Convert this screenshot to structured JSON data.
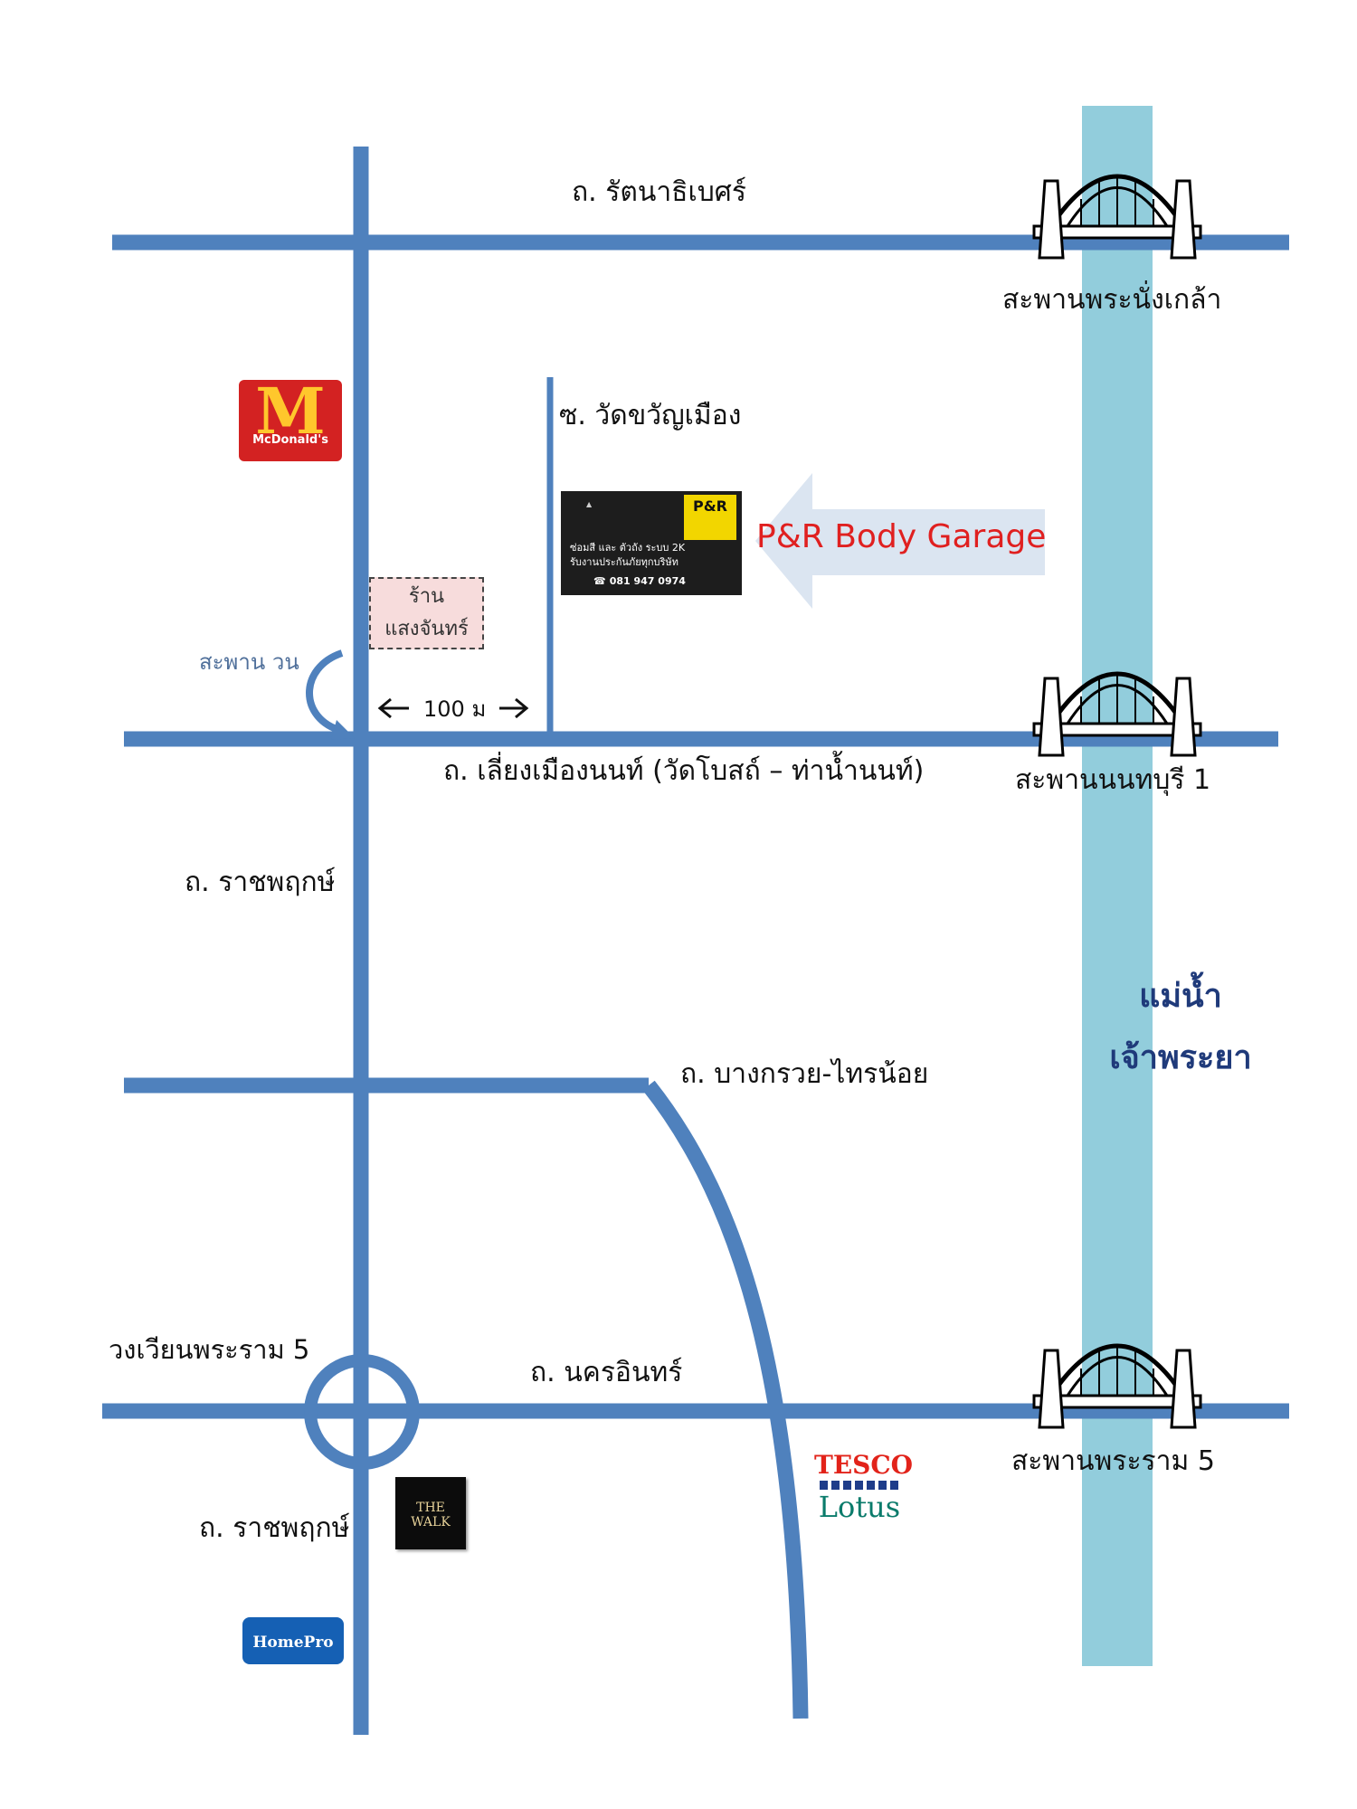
{
  "roads": {
    "rattanathibet": "ถ. รัตนาธิเบศร์",
    "soi_wat_khwan_mueang": "ซ. วัดขวัญเมือง",
    "liang_mueang_nonthaburi": "ถ. เลี่ยงเมืองนนท์ (วัดโบสถ์ – ท่าน้ำนนท์)",
    "ratchaphruek_upper": "ถ. ราชพฤกษ์",
    "bang_kruai_sai_noi": "ถ. บางกรวย-ไทรน้อย",
    "nakhon_in": "ถ. นครอินทร์",
    "ratchaphruek_lower": "ถ. ราชพฤกษ์"
  },
  "bridges": {
    "phra_nang_klao": "สะพานพระนั่งเกล้า",
    "nonthaburi_1": "สะพานนนทบุรี 1",
    "rama_5": "สะพานพระราม 5"
  },
  "river": {
    "line1": "แม่น้ำ",
    "line2": "เจ้าพระยา"
  },
  "landmarks": {
    "u_turn_bridge": "สะพาน วน",
    "distance": "100 ม",
    "roundabout": "วงเวียนพระราม 5",
    "shop_line1": "ร้าน",
    "shop_line2": "แสงจันทร์",
    "destination": "P&R Body Garage"
  },
  "sign": {
    "logo": "P&R",
    "line1": "ซ่อมสี และ ตัวถัง ระบบ 2K",
    "line2": "รับงานประกันภัยทุกบริษัท",
    "phone": "081 947 0974"
  },
  "logos": {
    "mcdonalds": "McDonald's",
    "the_walk": "THE WALK",
    "homepro": "HomePro",
    "tesco": "TESCO",
    "lotus": "Lotus"
  },
  "colors": {
    "road": "#4f81bd",
    "river": "#92cddc",
    "destination_text": "#e02020",
    "arrow_fill": "#dbe5f1"
  }
}
